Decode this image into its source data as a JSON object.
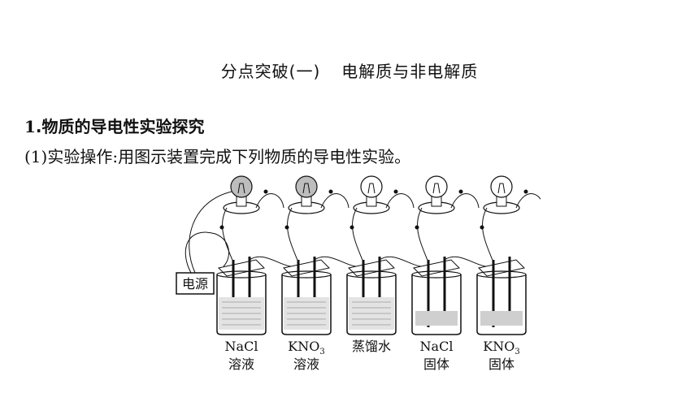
{
  "slide": {
    "title_part1": "分点突破(一)",
    "title_part2": "电解质与非电解质",
    "heading_num": "1",
    "heading_text": ".物质的导电性实验探究",
    "step_text": "(1)实验操作:用图示装置完成下列物质的导电性实验。"
  },
  "diagram": {
    "power_label": "电源",
    "beakers": [
      {
        "name": "NaCl",
        "sub": "",
        "state": "溶液",
        "bulb_lit": true,
        "contents": "solution"
      },
      {
        "name": "KNO",
        "sub": "3",
        "state": "溶液",
        "bulb_lit": true,
        "contents": "solution"
      },
      {
        "name": "蒸馏水",
        "sub": "",
        "state": "",
        "bulb_lit": false,
        "contents": "water"
      },
      {
        "name": "NaCl",
        "sub": "",
        "state": "固体",
        "bulb_lit": false,
        "contents": "solid"
      },
      {
        "name": "KNO",
        "sub": "3",
        "state": "固体",
        "bulb_lit": false,
        "contents": "solid"
      }
    ]
  }
}
